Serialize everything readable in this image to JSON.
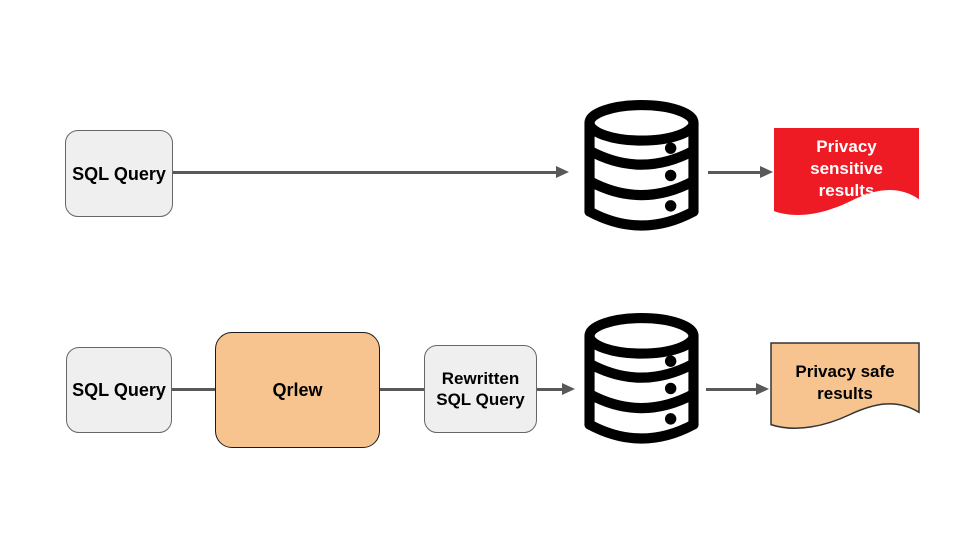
{
  "colors": {
    "background": "#ffffff",
    "gray_box_fill": "#efefef",
    "gray_box_border": "#666666",
    "qrlew_fill": "#f7c48f",
    "qrlew_border": "#1a1a1a",
    "red_doc_fill": "#ee1b24",
    "orange_doc_fill": "#f7c48f",
    "orange_doc_border": "#333333",
    "arrow": "#595959",
    "icon": "#000000",
    "text_dark": "#000000",
    "text_light": "#ffffff"
  },
  "icons": {
    "top_database": "database-icon",
    "bottom_database": "database-icon"
  },
  "top_row": {
    "sql_box_label": "SQL Query",
    "result_label": "Privacy sensitive results"
  },
  "bottom_row": {
    "sql_box_label": "SQL Query",
    "qrlew_label": "Qrlew",
    "rewritten_box_label": "Rewritten SQL Query",
    "result_label": "Privacy safe results"
  }
}
